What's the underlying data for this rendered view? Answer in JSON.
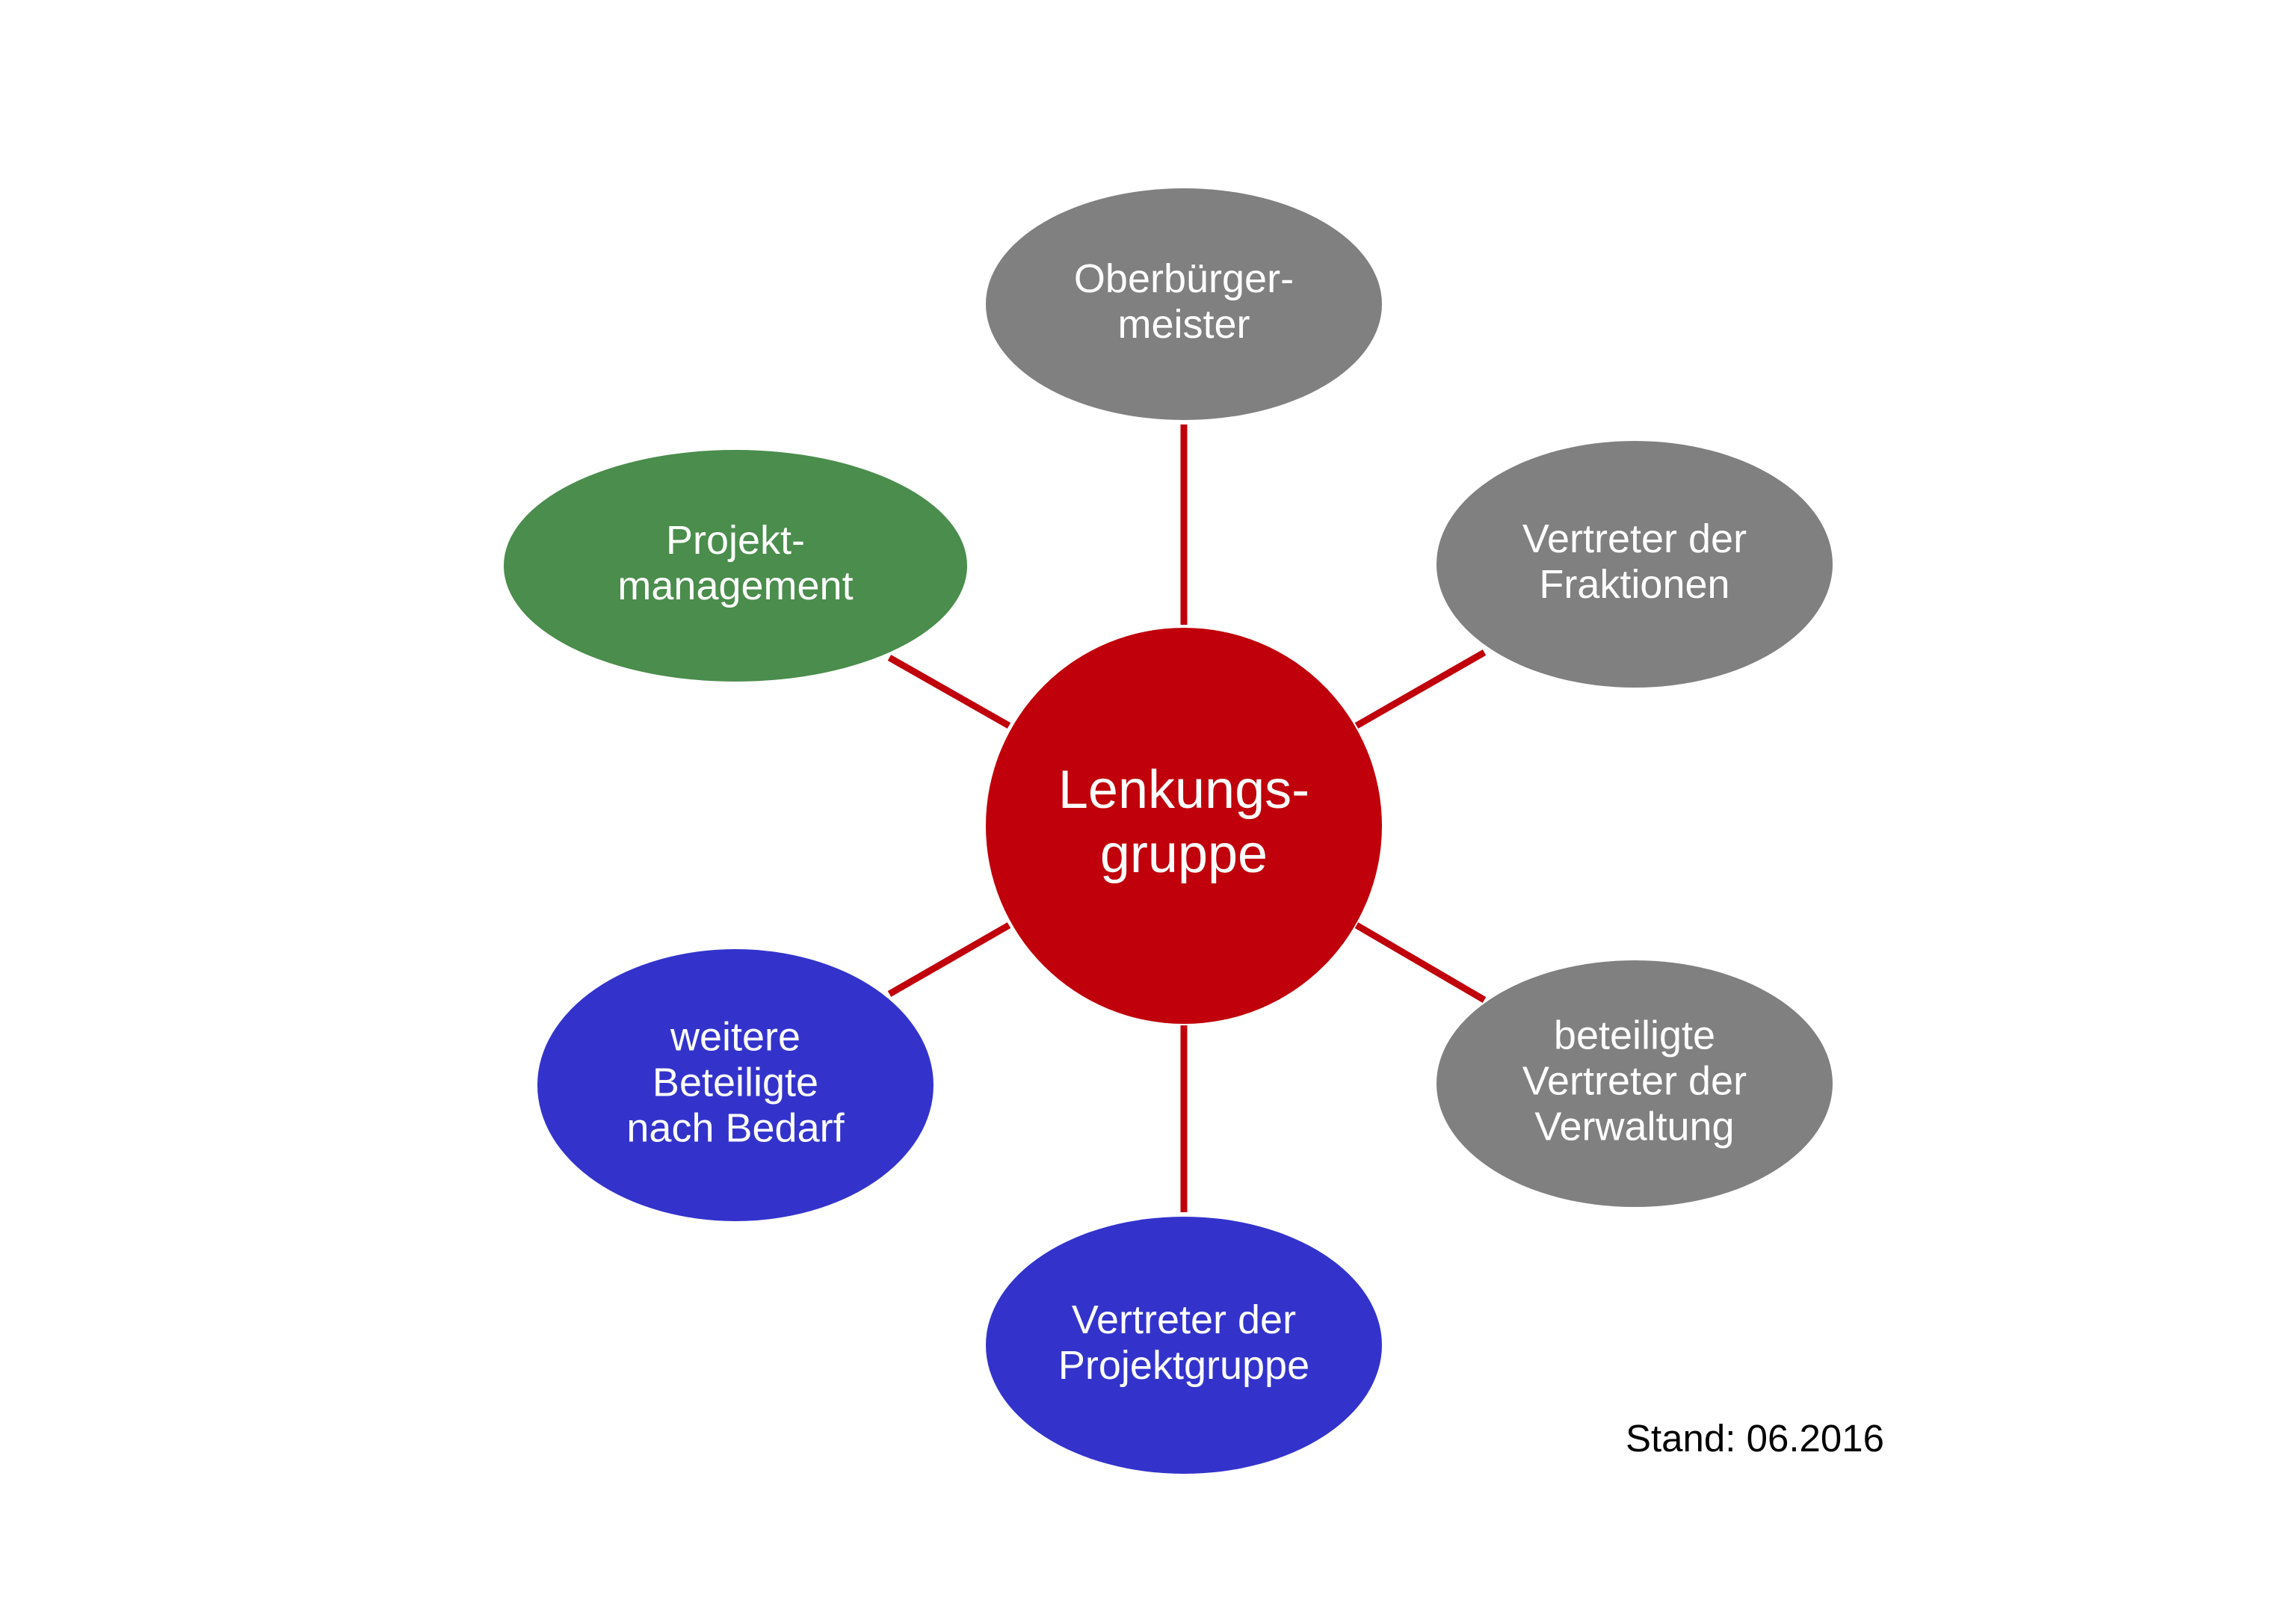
{
  "diagram": {
    "colors": {
      "connector": "#c0000a",
      "gray": "#808080",
      "green": "#4a8d4c",
      "blue": "#3333cc",
      "red": "#c0000a",
      "text": "#ffffff"
    },
    "center": {
      "lines": [
        "Lenkungs-",
        "gruppe"
      ],
      "color": "#c0000a"
    },
    "satellites": [
      {
        "id": "oberbuergermeister",
        "lines": [
          "Oberbürger-",
          "meister"
        ],
        "color": "#808080"
      },
      {
        "id": "fraktionen",
        "lines": [
          "Vertreter der",
          "Fraktionen"
        ],
        "color": "#808080"
      },
      {
        "id": "verwaltung",
        "lines": [
          "beteiligte",
          "Vertreter der",
          "Verwaltung"
        ],
        "color": "#808080"
      },
      {
        "id": "projektgruppe",
        "lines": [
          "Vertreter der",
          "Projektgruppe"
        ],
        "color": "#3333cc"
      },
      {
        "id": "weitere",
        "lines": [
          "weitere",
          "Beteiligte",
          "nach Bedarf"
        ],
        "color": "#3333cc"
      },
      {
        "id": "projektmanagement",
        "lines": [
          "Projekt-",
          "management"
        ],
        "color": "#4a8d4c"
      }
    ]
  },
  "footer": {
    "stand": "Stand: 06.2016"
  }
}
